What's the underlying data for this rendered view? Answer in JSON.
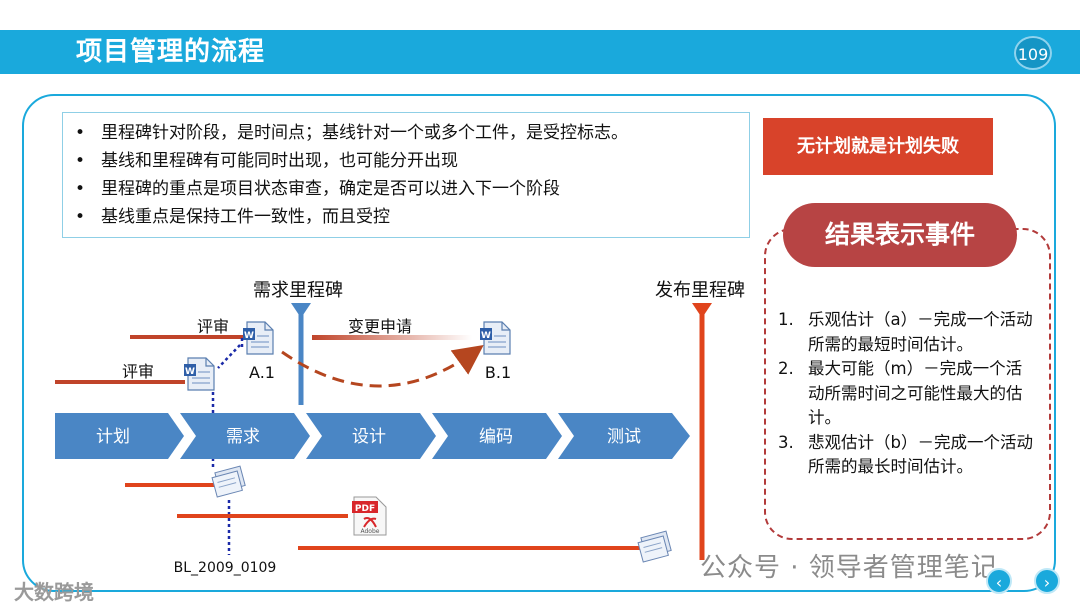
{
  "header": {
    "title": "项目管理的流程",
    "page_number": "109"
  },
  "bullets": [
    "里程碑针对阶段，是时间点；基线针对一个或多个工件，是受控标志。",
    "基线和里程碑有可能同时出现，也可能分开出现",
    "里程碑的重点是项目状态审查，确定是否可以进入下一个阶段",
    "基线重点是保持工件一致性，而且受控"
  ],
  "slogan": "无计划就是计划失败",
  "result_box": {
    "title": "结果表示事件",
    "items": [
      {
        "num": "1.",
        "text": "乐观估计（a）－完成一个活动所需的最短时间估计。"
      },
      {
        "num": "2.",
        "text": "最大可能（m）－完成一个活动所需时间之可能性最大的估计。"
      },
      {
        "num": "3.",
        "text": "悲观估计（b）－完成一个活动所需的最长时间估计。"
      }
    ]
  },
  "diagram": {
    "stages": [
      "计划",
      "需求",
      "设计",
      "编码",
      "测试"
    ],
    "milestone_requirements": "需求里程碑",
    "milestone_release": "发布里程碑",
    "review_1": "评审",
    "review_2": "评审",
    "change_request": "变更申请",
    "doc_a": "A.1",
    "doc_b": "B.1",
    "baseline": "BL_2009_0109",
    "pdf_label": "PDF",
    "adobe_label": "Adobe"
  },
  "colors": {
    "header_blue": "#1aa9dc",
    "stage_blue": "#4a86c5",
    "red_line": "#e0441c",
    "slogan_red": "#d8432a",
    "pill_red": "#b74444"
  },
  "footer": {
    "watermark": "公众号 · 领导者管理笔记",
    "logo": "大数跨境"
  }
}
